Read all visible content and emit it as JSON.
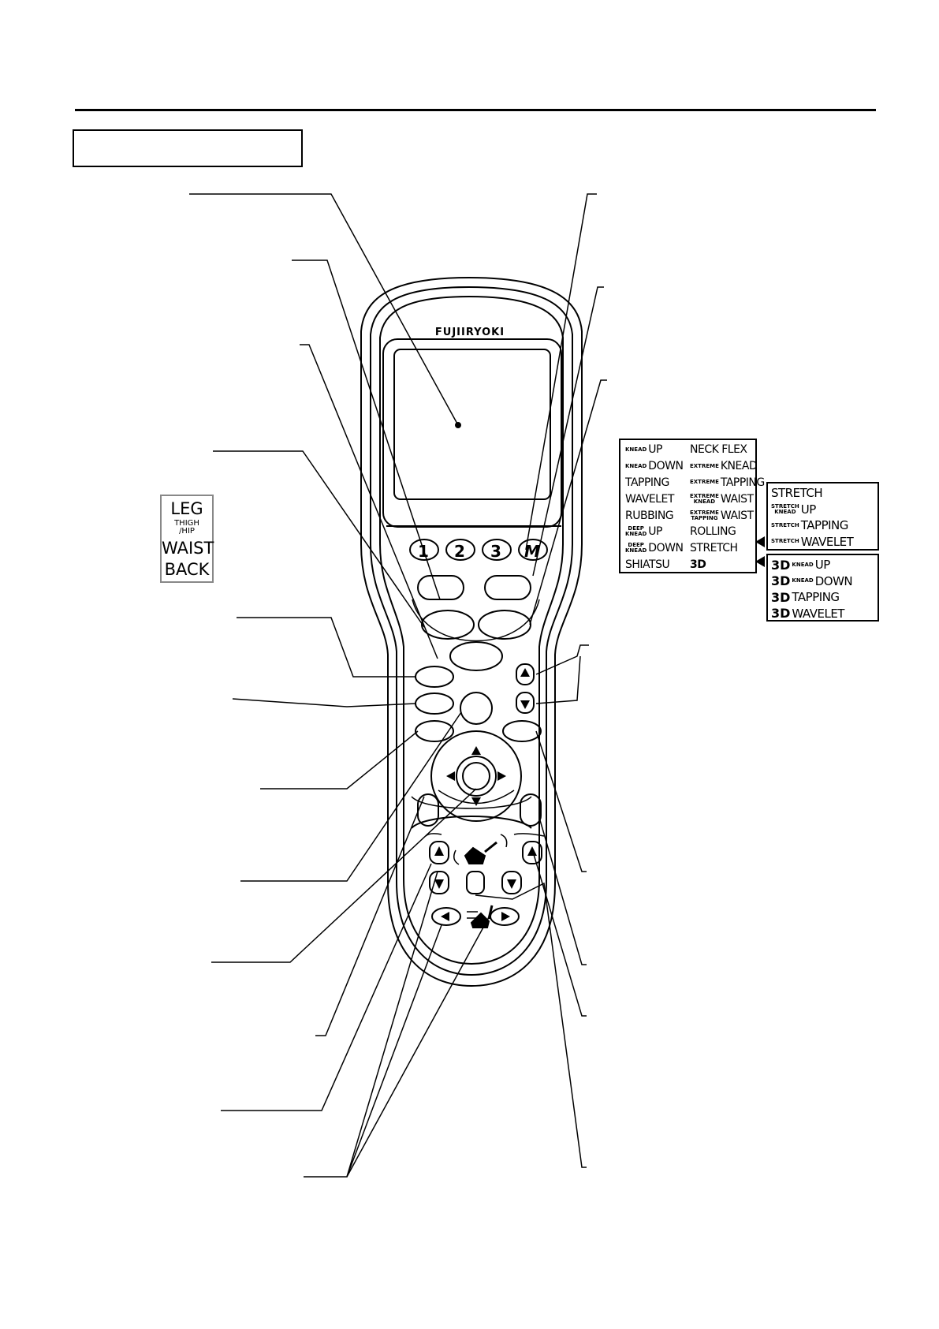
{
  "brand": "FUJIIRYOKI",
  "memory_buttons": [
    "1",
    "2",
    "3",
    "M"
  ],
  "body_parts": {
    "leg": "LEG",
    "thigh_hip": "THIGH\n/HIP",
    "waist": "WAIST",
    "back": "BACK"
  },
  "mode_table": {
    "left_col": [
      {
        "small": "KNEAD",
        "big": "UP"
      },
      {
        "small": "KNEAD",
        "big": "DOWN"
      },
      {
        "small": "",
        "big": "TAPPING"
      },
      {
        "small": "",
        "big": "WAVELET"
      },
      {
        "small": "",
        "big": "RUBBING"
      },
      {
        "small": "DEEP\nKNEAD",
        "big": "UP"
      },
      {
        "small": "DEEP\nKNEAD",
        "big": "DOWN"
      },
      {
        "small": "",
        "big": "SHIATSU"
      }
    ],
    "right_col": [
      {
        "small": "",
        "big": "NECK FLEX"
      },
      {
        "small": "EXTREME",
        "big": "KNEAD"
      },
      {
        "small": "EXTREME",
        "big": "TAPPING"
      },
      {
        "small": "EXTREME\nKNEAD",
        "big": "WAIST"
      },
      {
        "small": "EXTREME\nTAPPING",
        "big": "WAIST"
      },
      {
        "small": "",
        "big": "ROLLING"
      },
      {
        "small": "",
        "big": "STRETCH"
      },
      {
        "small": "",
        "big": "3D"
      }
    ]
  },
  "stretch_table": [
    {
      "small": "",
      "big": "STRETCH"
    },
    {
      "small": "STRETCH\nKNEAD",
      "big": "UP"
    },
    {
      "small": "STRETCH",
      "big": "TAPPING"
    },
    {
      "small": "STRETCH",
      "big": "WAVELET"
    }
  ],
  "threed_table": [
    {
      "prefix": "3D",
      "small": "KNEAD",
      "big": "UP"
    },
    {
      "prefix": "3D",
      "small": "KNEAD",
      "big": "DOWN"
    },
    {
      "prefix": "3D",
      "small": "",
      "big": "TAPPING"
    },
    {
      "prefix": "3D",
      "small": "",
      "big": "WAVELET"
    }
  ],
  "arrow_glyphs": {
    "up": "▲",
    "down": "▼",
    "left": "◄",
    "right": "►",
    "pointer": "◀"
  }
}
